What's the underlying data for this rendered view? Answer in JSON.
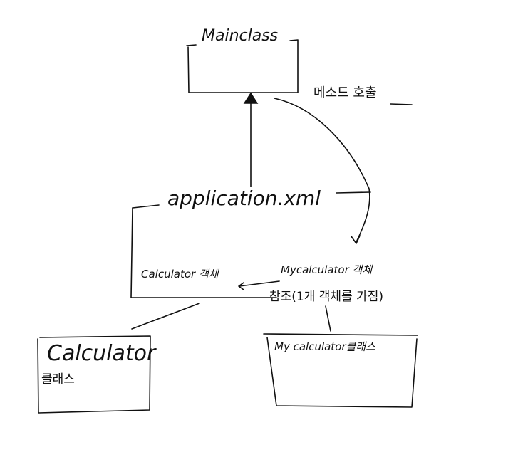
{
  "diagram": {
    "main_class": {
      "title": "Mainclass"
    },
    "call_label": "메소드 호출",
    "application_xml": {
      "title": "application.xml",
      "calculator_object": "Calculator 객체",
      "mycalculator_object": "Mycalculator 객체",
      "reference_note": "참조(1개 객체를 가짐)"
    },
    "calculator_class": {
      "title": "Calculator",
      "subtitle": "클래스"
    },
    "mycalculator_class": {
      "title": "My calculator클래스"
    }
  }
}
